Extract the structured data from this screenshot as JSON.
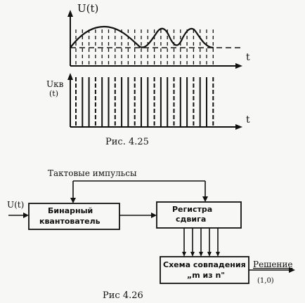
{
  "figure_425": {
    "upper_axis_label": "U(t)",
    "upper_x_label": "t",
    "lower_axis_label_line1": "Uкв",
    "lower_axis_label_line2": "(t)",
    "lower_x_label": "t",
    "caption": "Рис. 4.25"
  },
  "figure_426": {
    "clock_label": "Тактовые импульсы",
    "input_label": "U(t)",
    "quantizer_line1": "Бинарный",
    "quantizer_line2": "квантователь",
    "register_line1": "Регистра",
    "register_line2": "сдвига",
    "coincidence_line1": "Схема совпадения",
    "coincidence_line2": "„m из n\"",
    "decision_label": "Решение",
    "decision_values": "(1,0)",
    "caption": "Рис 4.26"
  },
  "colors": {
    "ink": "#111111",
    "paper": "#f7f7f5"
  }
}
